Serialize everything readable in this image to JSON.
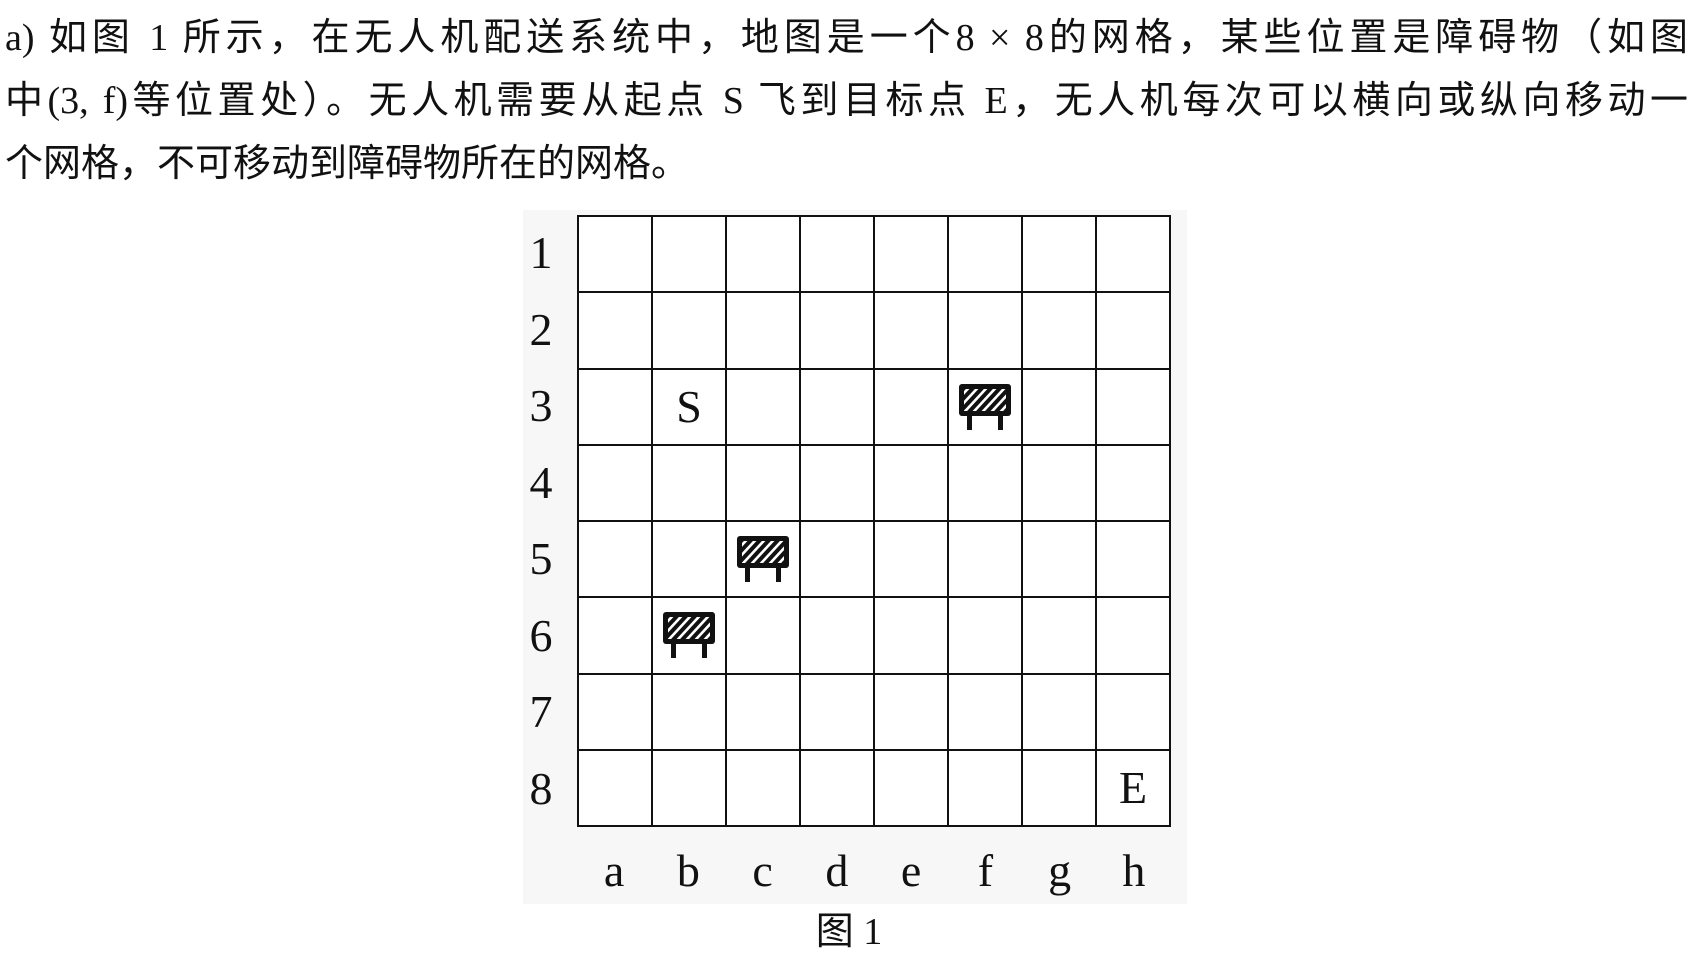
{
  "problem": {
    "lines": [
      "a) 如图 1 所示，在无人机配送系统中，地图是一个8 × 8的网格，某些位置是障碍物（如图",
      "中(3, f)等位置处）。无人机需要从起点 S 飞到目标点 E，无人机每次可以横向或纵向移动一",
      "个网格，不可移动到障碍物所在的网格。"
    ]
  },
  "figure": {
    "row_labels": [
      "1",
      "2",
      "3",
      "4",
      "5",
      "6",
      "7",
      "8"
    ],
    "col_labels": [
      "a",
      "b",
      "c",
      "d",
      "e",
      "f",
      "g",
      "h"
    ],
    "start": {
      "label": "S",
      "row": "3",
      "col": "b"
    },
    "end": {
      "label": "E",
      "row": "8",
      "col": "h"
    },
    "obstacles": [
      {
        "row": "3",
        "col": "f",
        "icon": "barrier-icon"
      },
      {
        "row": "5",
        "col": "c",
        "icon": "barrier-icon"
      },
      {
        "row": "6",
        "col": "b",
        "icon": "barrier-icon"
      }
    ],
    "caption": "图 1",
    "colors": {
      "grid_line": "#111111",
      "background": "#f7f7f7",
      "obstacle": "#111111"
    }
  }
}
